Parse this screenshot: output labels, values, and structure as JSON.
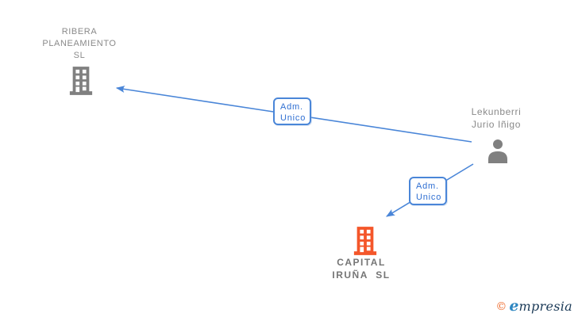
{
  "colors": {
    "background": "#ffffff",
    "edge_blue": "#4a86d8",
    "label_blue": "#2f6fd2",
    "node_gray": "#808080",
    "text_gray": "#8a8a8a",
    "subject_text_gray": "#757575",
    "subject_orange": "#f4562a",
    "logo_orange": "#ee6b2d",
    "logo_blue": "#2e86c1",
    "logo_navy": "#1b3a57"
  },
  "diagram": {
    "nodes": {
      "ribera": {
        "name": "RIBERA\nPLANEAMIENTO\nSL",
        "type": "company",
        "icon": "building-icon"
      },
      "person": {
        "name": "Lekunberri\nJurio Iñigo",
        "type": "person",
        "icon": "person-icon"
      },
      "capital": {
        "name": "CAPITAL\nIRUÑA SL",
        "type": "company",
        "icon": "building-icon"
      }
    },
    "edges": [
      {
        "from": "Lekunberri Jurio Iñigo",
        "to": "RIBERA PLANEAMIENTO SL",
        "label": "Adm.\nUnico"
      },
      {
        "from": "Lekunberri Jurio Iñigo",
        "to": "CAPITAL IRUÑA SL",
        "label": "Adm.\nUnico"
      }
    ]
  },
  "footer": {
    "copyright_symbol": "©",
    "brand_e": "e",
    "brand_rest": "mpresia"
  }
}
